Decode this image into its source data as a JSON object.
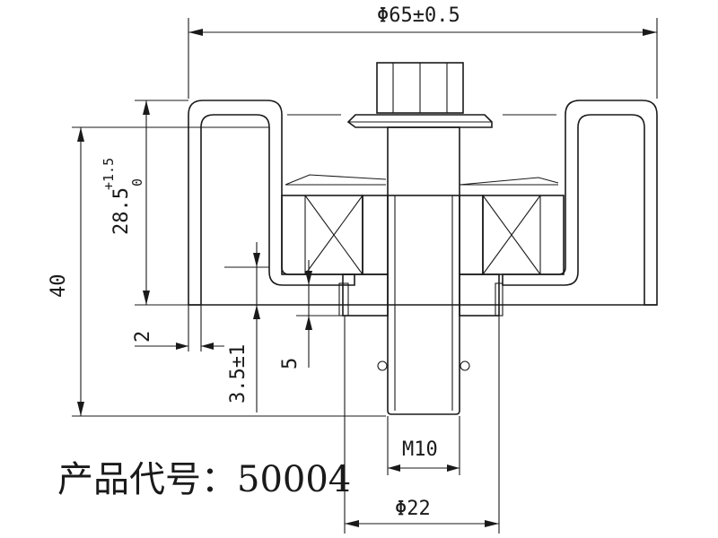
{
  "drawing": {
    "product_code": "产品代号：50004",
    "dims": {
      "outer_diameter": "Φ65±0.5",
      "total_height": "40",
      "wheel_height_main": "28.5",
      "wheel_height_tol_upper": "+1.5",
      "wheel_height_tol_lower": "0",
      "wall": "2",
      "offset": "3.5±1",
      "shoulder": "5",
      "thread": "M10",
      "hub_diameter": "Φ22"
    }
  }
}
